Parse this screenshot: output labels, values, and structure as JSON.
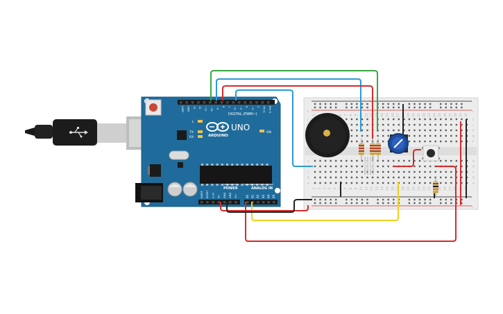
{
  "board": {
    "logo_text": "ARDUINO",
    "model": "UNO",
    "digital_label": "DIGITAL (PWM~)",
    "power_label": "POWER",
    "analog_label": "ANALOG IN",
    "on_label": "ON",
    "tx_label": "TX",
    "rx_label": "RX",
    "l_label": "L",
    "digital_pins": [
      "AREF",
      "GND",
      "13",
      "12",
      "~11",
      "~10",
      "~9",
      "8",
      "7",
      "~6",
      "~5",
      "4",
      "~3",
      "2",
      "TX→1",
      "RX←0"
    ],
    "power_pins": [
      "IOREF",
      "RESET",
      "3.3V",
      "5V",
      "GND",
      "GND",
      "Vin"
    ],
    "analog_pins": [
      "A0",
      "A1",
      "A2",
      "A3",
      "A4",
      "A5"
    ]
  },
  "breadboard": {
    "row_letters_top": [
      "j",
      "i",
      "h",
      "g",
      "f"
    ],
    "row_letters_bottom": [
      "e",
      "d",
      "c",
      "b",
      "a"
    ],
    "col_numbers": [
      "1",
      "2",
      "3",
      "4",
      "5",
      "6",
      "7",
      "8",
      "9",
      "10",
      "11",
      "12",
      "13",
      "14",
      "15",
      "16",
      "17",
      "18",
      "19",
      "20",
      "21",
      "22",
      "23",
      "24",
      "25",
      "26",
      "27",
      "28",
      "29",
      "30"
    ],
    "rail_plus": "+",
    "rail_minus": "-"
  },
  "colors": {
    "board": "#1f6c9c",
    "breadboard": "#ececec",
    "wire_red": "#d42b2b",
    "wire_green": "#3aa842",
    "wire_blue": "#2a9bd6",
    "wire_black": "#222222",
    "wire_yellow": "#f0cf1e"
  }
}
